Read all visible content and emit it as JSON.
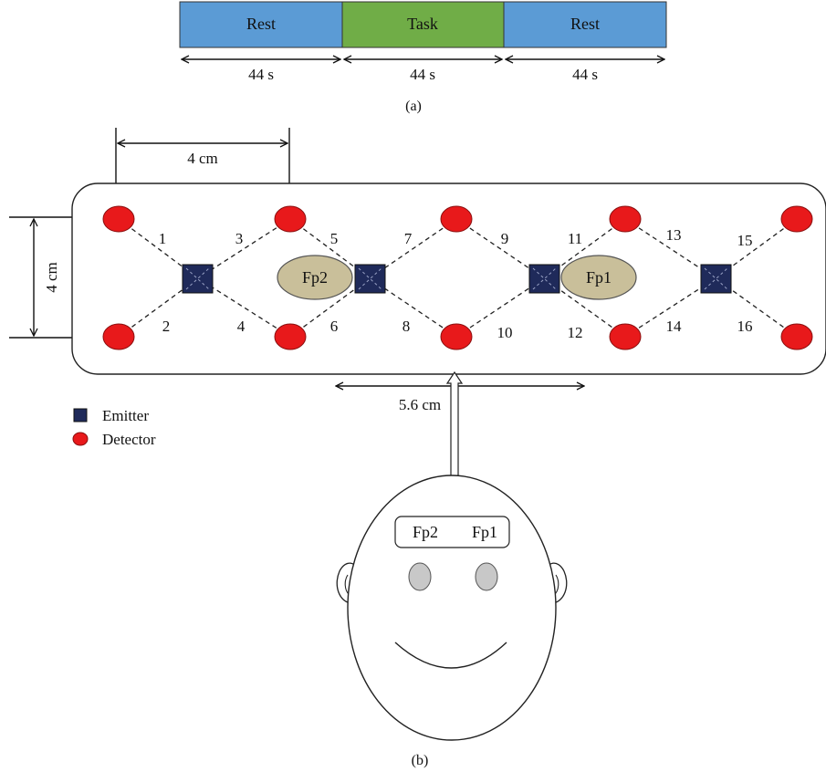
{
  "panel_a": {
    "blocks": [
      {
        "label": "Rest",
        "color": "#5b9bd5"
      },
      {
        "label": "Task",
        "color": "#70ad47"
      },
      {
        "label": "Rest",
        "color": "#5b9bd5"
      }
    ],
    "durations": [
      "44 s",
      "44 s",
      "44 s"
    ],
    "caption": "(a)"
  },
  "panel_b": {
    "spacing_label": "4 cm",
    "height_label": "4 cm",
    "width_label": "5.6 cm",
    "channels": [
      "1",
      "2",
      "3",
      "4",
      "5",
      "6",
      "7",
      "8",
      "9",
      "10",
      "11",
      "12",
      "13",
      "14",
      "15",
      "16"
    ],
    "sites": {
      "left": "Fp2",
      "right": "Fp1"
    },
    "head_sites": {
      "left": "Fp2",
      "right": "Fp1"
    },
    "legend": {
      "emitter": "Emitter",
      "detector": "Detector"
    },
    "caption": "(b)"
  },
  "colors": {
    "detector": "#e8191b",
    "emitter": "#1f2a5a",
    "site": "#c9bf9a",
    "eye": "#c8c8c8",
    "rest": "#5b9bd5",
    "task": "#70ad47"
  },
  "icons": {
    "emitter": "square",
    "detector": "circle"
  }
}
